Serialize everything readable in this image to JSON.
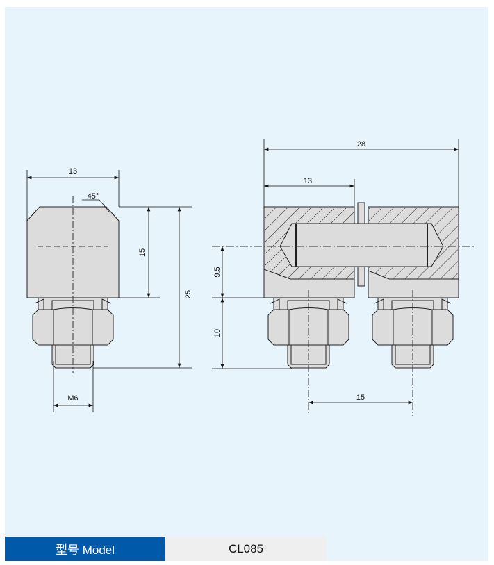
{
  "dimensions": {
    "left_width": "13",
    "chamfer_angle": "45°",
    "head_height": "15",
    "total_height": "25",
    "thread": "M6",
    "total_length": "28",
    "half_length": "13",
    "center_height": "9.5",
    "fitting_height": "10",
    "fitting_spacing": "15"
  },
  "table": {
    "label": "型号 Model",
    "value": "CL085"
  },
  "colors": {
    "panel": "#e8f4fc",
    "part": "#dcdcdc",
    "header": "#005aa9"
  }
}
